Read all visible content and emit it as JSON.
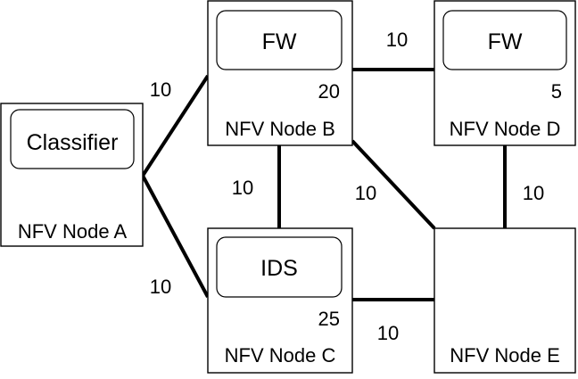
{
  "nodes": {
    "a": {
      "label": "NFV Node A",
      "function": "Classifier"
    },
    "b": {
      "label": "NFV Node B",
      "function": "FW",
      "capacity": "20"
    },
    "c": {
      "label": "NFV Node C",
      "function": "IDS",
      "capacity": "25"
    },
    "d": {
      "label": "NFV Node D",
      "function": "FW",
      "capacity": "5"
    },
    "e": {
      "label": "NFV Node E"
    }
  },
  "links": {
    "a_b": "10",
    "a_c": "10",
    "b_c": "10",
    "b_d": "10",
    "b_e": "10",
    "c_e": "10",
    "d_e": "10"
  }
}
